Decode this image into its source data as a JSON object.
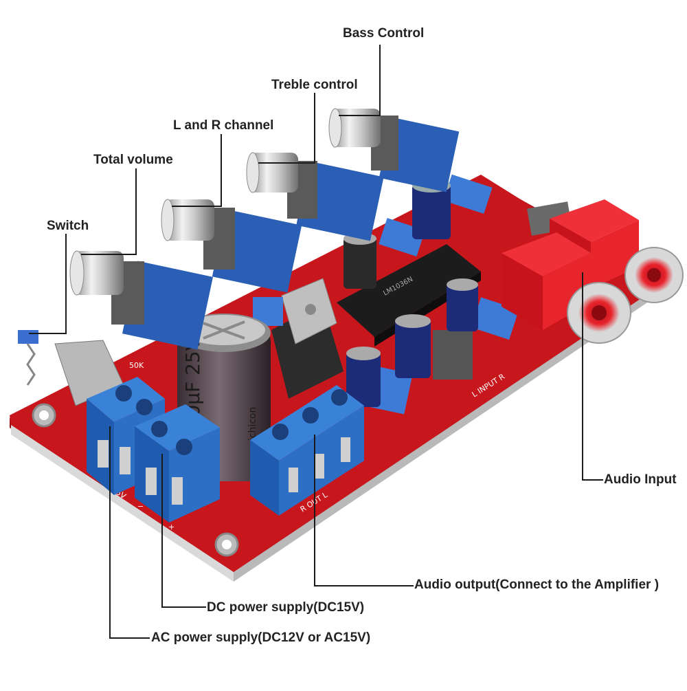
{
  "callouts": {
    "bass_control": "Bass Control",
    "treble_control": "Treble control",
    "lr_channel": "L and R channel",
    "total_volume": "Total volume",
    "switch": "Switch",
    "audio_input": "Audio Input",
    "audio_output": "Audio output(Connect to the Amplifier )",
    "dc_power": "DC power supply(DC15V)",
    "ac_power": "AC power supply(DC12V or AC15V)"
  },
  "board_markings": {
    "input_label": "L INPUT R",
    "output_label": "R OUT L",
    "ac_label": "AC15V",
    "minus": "−",
    "plus": "+",
    "pot_value": "50K",
    "cap_text": "1000µF 25V",
    "cap_brand": "nichicon"
  },
  "colors": {
    "board_red": "#c8161d",
    "terminal_blue": "#2d6fc4",
    "pot_blue": "#2a5fb5",
    "rca_red": "#e8242c",
    "leader_line": "#1a1a1a"
  }
}
